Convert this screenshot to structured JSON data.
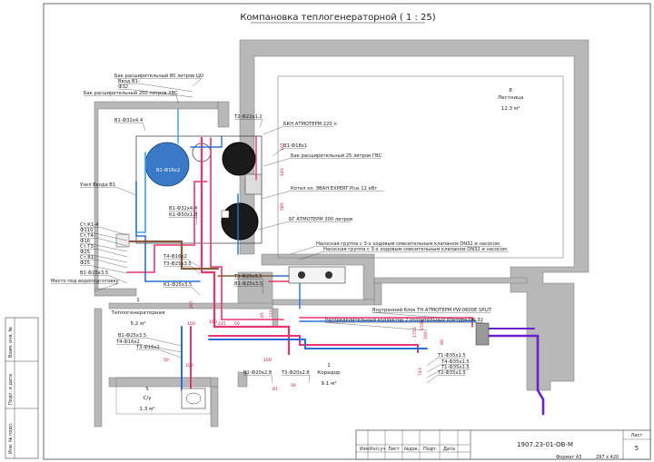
{
  "title": "Компановка теплогенераторной ( 1 : 25)",
  "rooms": {
    "stair": {
      "number": "8",
      "name": "Лестница",
      "area": "12.3 м²"
    },
    "boiler": {
      "number": "1",
      "name": "Теплогенераторная",
      "area": "5.2 м²"
    },
    "corridor": {
      "number": "1",
      "name": "Коридор",
      "area": "9.1 м²"
    },
    "wc": {
      "number": "5",
      "name": "С/у",
      "area": "1.3 м²"
    }
  },
  "callouts": [
    "Бак расширительный 80 литров ЦО",
    "Ввод В1-",
    "Ф32",
    "Бак расширительный 200 литров ХВС",
    "Т2-Ф22х1.2",
    "В1-Ф32х4.4",
    "БКН АТМОТЕРМ 220 л",
    "В1-Ф18х1",
    "Бак расширительный 25 литров ГВС",
    "Котел эл. ЭВАН EXPERT Plus 12 кВт",
    "Узел Ввода В1",
    "В1-Ф32х4.4",
    "К1-Ф50х1.8",
    "БГ АТМОТЕРМ 300 литров",
    "Насосная группа с 3-х ходовым смесительным клапаном DN32 и насосом",
    "Насосная группа с 3-х ходовым смесительным клапаном DN32 и насосом",
    "Ст.К1-4",
    "Ф110",
    "Ст.Т4-",
    "Ф16",
    "Ст.Т3-",
    "Ф25",
    "Ст.В1-",
    "Ф25",
    "В1-Ф25х3.5",
    "Т4-Ф16х2",
    "Т3-Ф25х3.5",
    "Т3-Ф25х3.5",
    "В1-Ф25х3.5",
    "К1-Ф25х3.5",
    "Место под водоподготовку",
    "Внутренний блок ТН АТМОТЕРМ PW-0600E SPLIT",
    "Распределительный коллектор 2 отопительных контура DN 32",
    "В1-Ф25х3.5",
    "Т4-Ф16х2",
    "Т3-Ф16х2",
    "Т1-Ф35х1.5",
    "Т4-Ф35х1.5",
    "Т1-Ф35х1.5",
    "Т2-Ф35х1.5",
    "В1-Ф20х2.8",
    "Т3-Ф20х2.8"
  ],
  "dimensions": [
    "165",
    "440",
    "585",
    "207",
    "215",
    "50",
    "100",
    "65",
    "100",
    "310",
    "50",
    "100",
    "81",
    "50",
    "160",
    "80",
    "743",
    "1750",
    "1500",
    "100"
  ],
  "stamp": {
    "headers": [
      "Изм.",
      "Кол.уч",
      "Лист",
      "№док.",
      "Подп.",
      "Дата"
    ],
    "code": "1907.23-01-ОВ-М",
    "sheet_label": "Лист",
    "sheet_no": "5",
    "format": "Формат А3",
    "size": "297 х 420"
  },
  "side_labels": [
    "Взам. инв. №",
    "Подп. и дата",
    "Инв. № подл."
  ],
  "colors": {
    "wall": "#b8b8b8",
    "supply": "#e8356e",
    "return": "#2a6fd6",
    "water": "#3aa0e8",
    "heatpump": "#6a1fd0",
    "sewer": "#8a5a3c"
  }
}
